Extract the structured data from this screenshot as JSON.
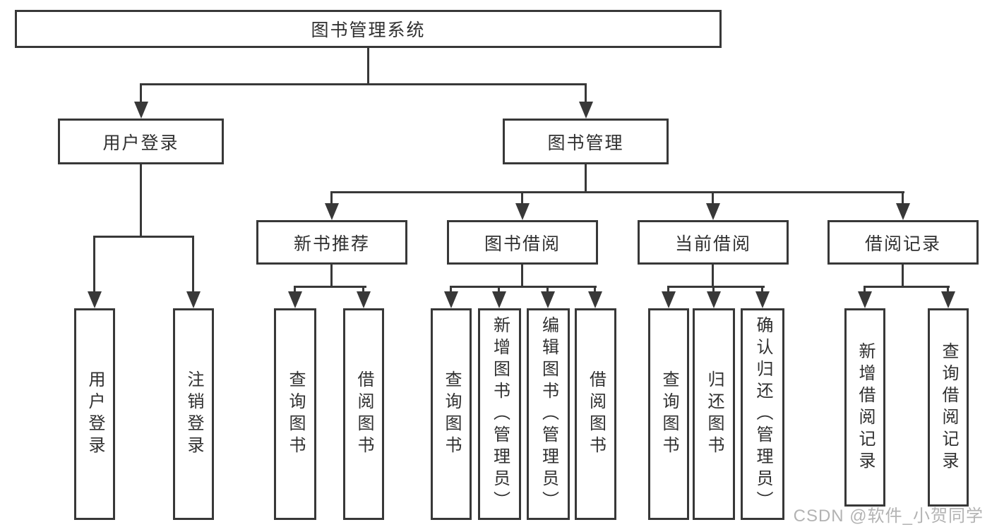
{
  "watermark": "CSDN @软件_小贺同学",
  "colors": {
    "line": "#383838",
    "text": "#303030",
    "watermark": "#b3b3b3",
    "background": "#ffffff"
  },
  "tree": {
    "label": "图书管理系统",
    "children": [
      {
        "label": "用户登录",
        "children": [
          {
            "label": "用户登录"
          },
          {
            "label": "注销登录"
          }
        ]
      },
      {
        "label": "图书管理",
        "children": [
          {
            "label": "新书推荐",
            "children": [
              {
                "label": "查询图书"
              },
              {
                "label": "借阅图书"
              }
            ]
          },
          {
            "label": "图书借阅",
            "children": [
              {
                "label": "查询图书"
              },
              {
                "label": "新增图书（管理员）"
              },
              {
                "label": "编辑图书（管理员）"
              },
              {
                "label": "借阅图书"
              }
            ]
          },
          {
            "label": "当前借阅",
            "children": [
              {
                "label": "查询图书"
              },
              {
                "label": "归还图书"
              },
              {
                "label": "确认归还（管理员）"
              }
            ]
          },
          {
            "label": "借阅记录",
            "children": [
              {
                "label": "新增借阅记录"
              },
              {
                "label": "查询借阅记录"
              }
            ]
          }
        ]
      }
    ]
  }
}
